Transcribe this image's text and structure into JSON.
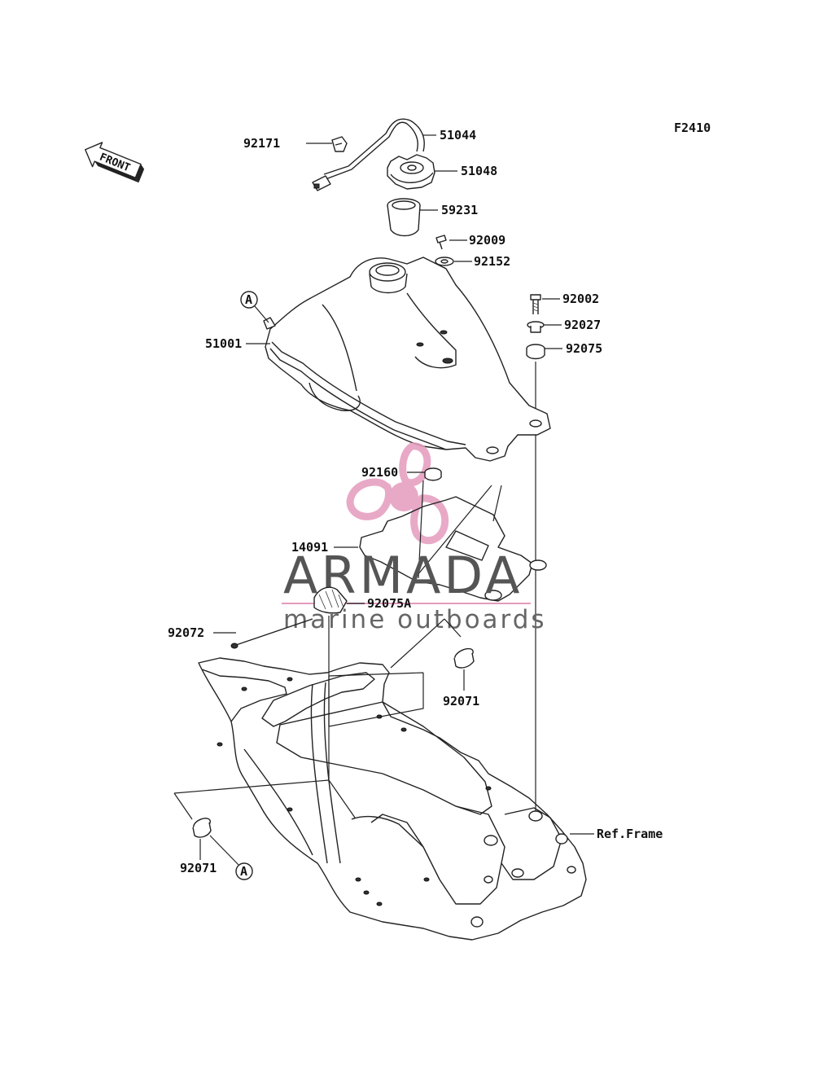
{
  "figure_code": "F2410",
  "front_arrow_text": "FRONT",
  "callout_letter": "A",
  "ref_frame_label": "Ref.Frame",
  "watermark": {
    "brand": "ARMADA",
    "tagline": "marine outboards",
    "logo_color": "#e59bbd",
    "text_color": "#555555"
  },
  "parts": {
    "p51044": "51044",
    "p92171": "92171",
    "p51048": "51048",
    "p59231": "59231",
    "p92009": "92009",
    "p92152": "92152",
    "p92002": "92002",
    "p92027": "92027",
    "p92075": "92075",
    "p51001": "51001",
    "p92160": "92160",
    "p14091": "14091",
    "p92075a": "92075A",
    "p92072": "92072",
    "p92071_right": "92071",
    "p92071_left": "92071"
  }
}
